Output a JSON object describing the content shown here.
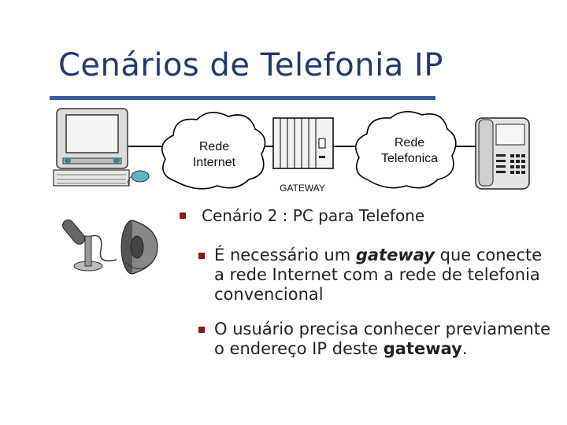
{
  "title": "Cenários de Telefonia IP",
  "diagram": {
    "cloud_internet_line1": "Rede",
    "cloud_internet_line2": "Internet",
    "cloud_phone_line1": "Rede",
    "cloud_phone_line2": "Telefonica",
    "gateway_label": "GATEWAY"
  },
  "bullets": {
    "main": "Cenário 2 : PC para Telefone",
    "sub1_pre": "É necessário um ",
    "sub1_bold": "gateway",
    "sub1_post": " que conecte a rede Internet com a rede de telefonia convencional",
    "sub2_pre": "O usuário precisa conhecer previamente o endereço IP deste ",
    "sub2_bold": "gateway",
    "sub2_post": "."
  }
}
